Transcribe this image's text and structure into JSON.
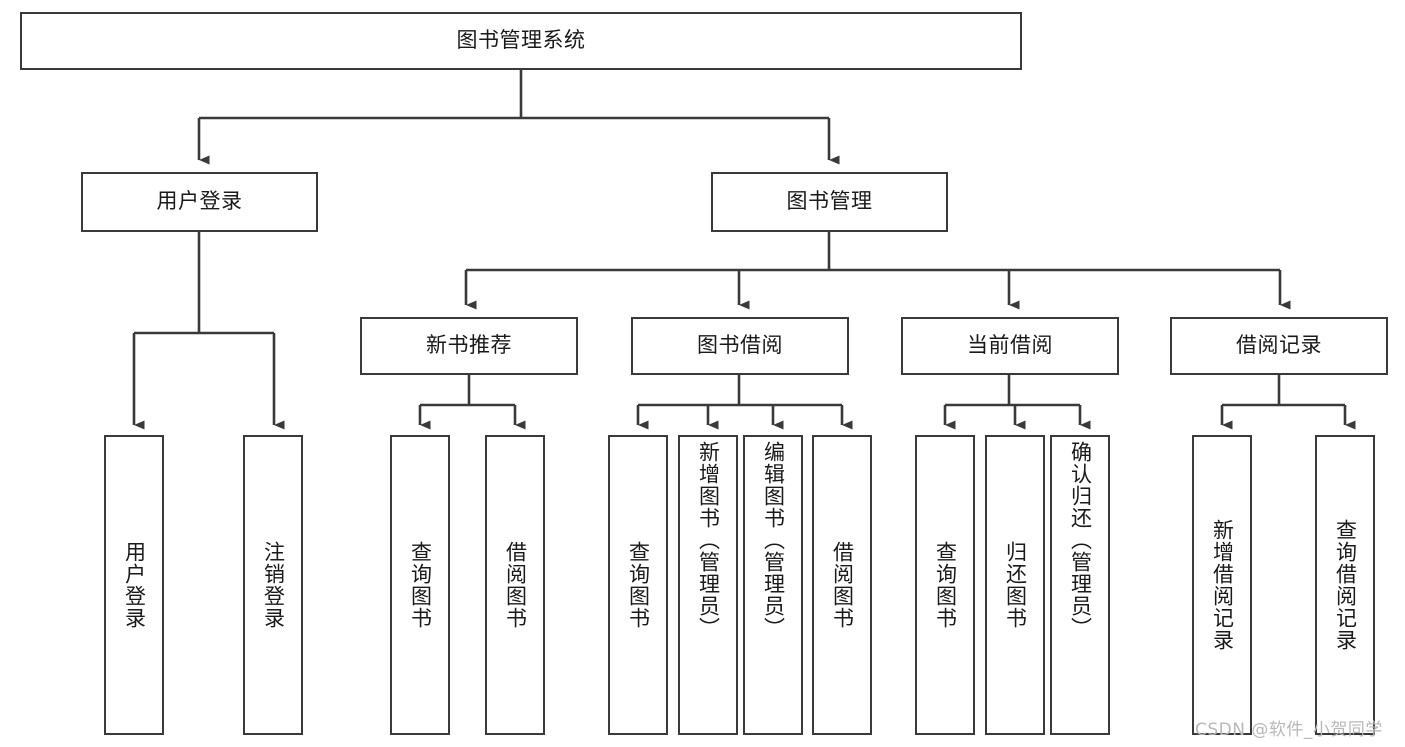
{
  "diagram": {
    "type": "hierarchy-tree",
    "title": "图书管理系统",
    "root": {
      "id": "root",
      "label": "图书管理系统"
    },
    "level2": [
      {
        "id": "user-login",
        "label": "用户登录"
      },
      {
        "id": "book-management",
        "label": "图书管理"
      }
    ],
    "level3": [
      {
        "id": "new-book-recommend",
        "label": "新书推荐"
      },
      {
        "id": "book-borrow",
        "label": "图书借阅"
      },
      {
        "id": "current-borrow",
        "label": "当前借阅"
      },
      {
        "id": "borrow-record",
        "label": "借阅记录"
      }
    ],
    "leaves": {
      "user_login": [
        {
          "id": "leaf-user-login",
          "label": "用户登录"
        },
        {
          "id": "leaf-logout-login",
          "label": "注销登录"
        }
      ],
      "new_book_recommend": [
        {
          "id": "leaf-query-book-1",
          "label": "查询图书"
        },
        {
          "id": "leaf-borrow-book-1",
          "label": "借阅图书"
        }
      ],
      "book_borrow": [
        {
          "id": "leaf-query-book-2",
          "label": "查询图书"
        },
        {
          "id": "leaf-add-book-admin",
          "label": "新增图书（管理员）"
        },
        {
          "id": "leaf-edit-book-admin",
          "label": "编辑图书（管理员）"
        },
        {
          "id": "leaf-borrow-book-2",
          "label": "借阅图书"
        }
      ],
      "current_borrow": [
        {
          "id": "leaf-query-book-3",
          "label": "查询图书"
        },
        {
          "id": "leaf-return-book",
          "label": "归还图书"
        },
        {
          "id": "leaf-confirm-return-admin",
          "label": "确认归还（管理员）"
        }
      ],
      "borrow_record": [
        {
          "id": "leaf-add-borrow-record",
          "label": "新增借阅记录"
        },
        {
          "id": "leaf-query-borrow-record",
          "label": "查询借阅记录"
        }
      ]
    },
    "colors": {
      "stroke": "#3a3a3a",
      "box_fill": "#ffffff",
      "text": "#1a1a1a",
      "background": "#ffffff",
      "watermark": "#b8b8b8"
    }
  },
  "watermark": {
    "text": "CSDN @软件_小贺同学"
  }
}
